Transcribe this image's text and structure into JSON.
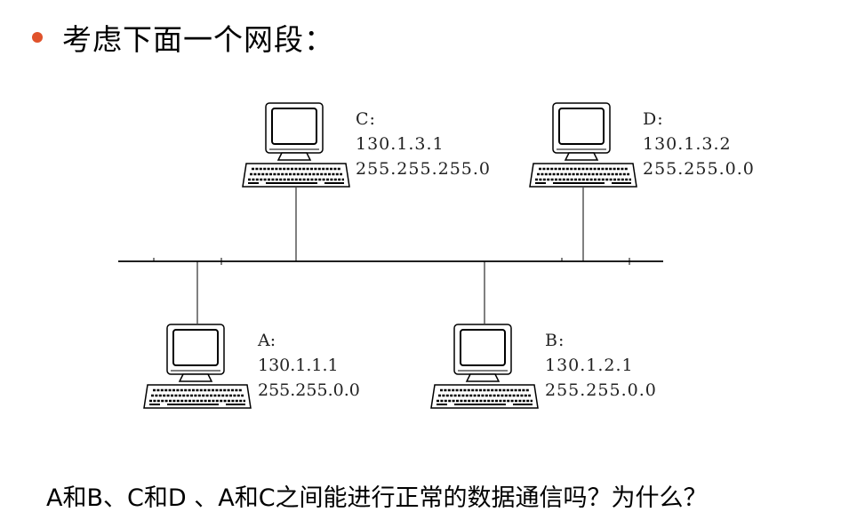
{
  "title": "考虑下面一个网段：",
  "bullet_color": "#e0522b",
  "hosts": [
    {
      "id": "C",
      "name": "C:",
      "ip": "130.1.3.1",
      "mask": "255.255.255.0"
    },
    {
      "id": "D",
      "name": "D:",
      "ip": "130.1.3.2",
      "mask": "255.255.0.0"
    },
    {
      "id": "A",
      "name": "A:",
      "ip": "130.1.1.1",
      "mask": "255.255.0.0"
    },
    {
      "id": "B",
      "name": "B:",
      "ip": "130.1.2.1",
      "mask": "255.255.0.0"
    }
  ],
  "question": "A和B、C和D 、A和C之间能进行正常的数据通信吗？为什么？"
}
